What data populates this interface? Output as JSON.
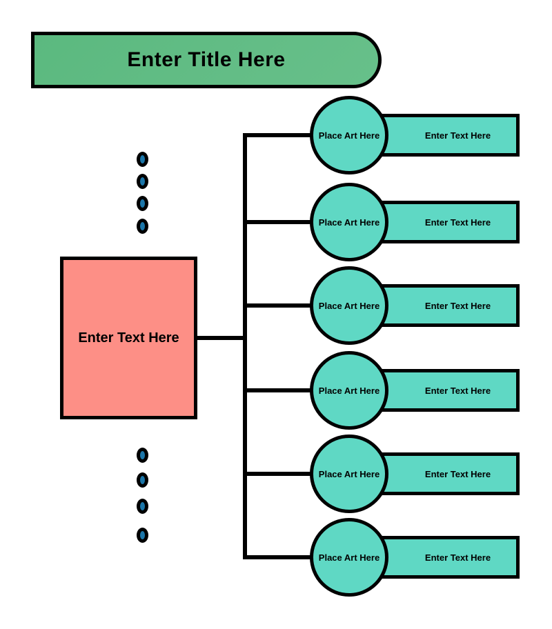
{
  "title_banner": {
    "label": "Enter Title Here",
    "fill": "#61bc85"
  },
  "center_node": {
    "label": "Enter Text Here",
    "fill": "#fd8f86"
  },
  "branch_nodes": [
    {
      "art_label": "Place Art Here",
      "text_label": "Enter Text Here"
    },
    {
      "art_label": "Place Art Here",
      "text_label": "Enter Text Here"
    },
    {
      "art_label": "Place Art Here",
      "text_label": "Enter Text Here"
    },
    {
      "art_label": "Place Art Here",
      "text_label": "Enter Text Here"
    },
    {
      "art_label": "Place Art Here",
      "text_label": "Enter Text Here"
    },
    {
      "art_label": "Place Art Here",
      "text_label": "Enter Text Here"
    }
  ],
  "colors": {
    "branch_fill": "#5fd8c4",
    "connector": "#000000",
    "dot_fill": "#1b76a9",
    "border": "#000000"
  },
  "ellipsis_dots": {
    "above_count": 4,
    "below_count": 4
  }
}
